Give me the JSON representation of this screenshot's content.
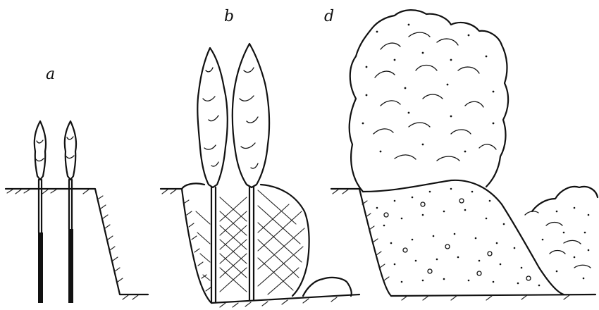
{
  "figure": {
    "panels": [
      {
        "id": "a",
        "label": "a"
      },
      {
        "id": "b",
        "label": "b"
      },
      {
        "id": "d",
        "label": "d"
      }
    ]
  }
}
